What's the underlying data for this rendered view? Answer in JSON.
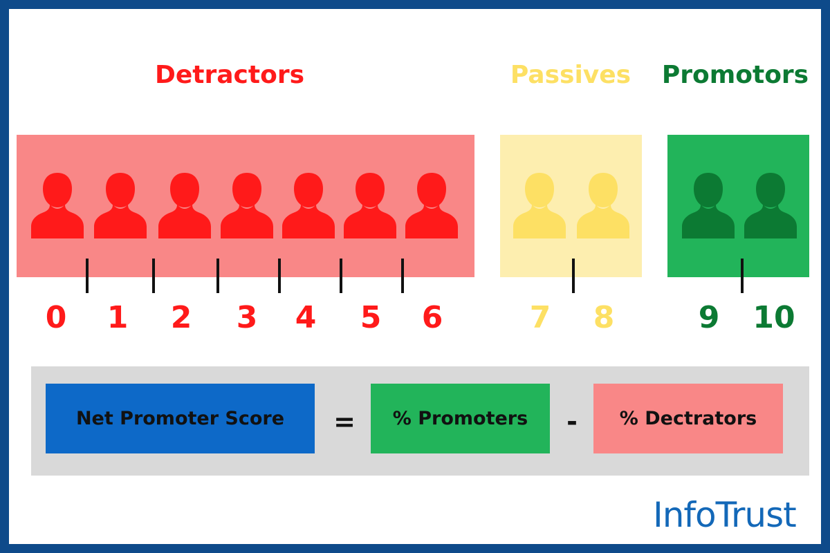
{
  "groups": {
    "detractors": {
      "label": "Detractors",
      "color": "#ff1a1a",
      "panel_color": "#f98787",
      "icon_color": "#ff1a1a",
      "scores": [
        "0",
        "1",
        "2",
        "3",
        "4",
        "5",
        "6"
      ]
    },
    "passives": {
      "label": "Passives",
      "color": "#fde064",
      "panel_color": "#fdeeaf",
      "icon_color": "#fde064",
      "scores": [
        "7",
        "8"
      ]
    },
    "promotors": {
      "label": "Promotors",
      "color": "#0c7a33",
      "panel_color": "#22b45a",
      "icon_color": "#0c7a33",
      "scores": [
        "9",
        "10"
      ]
    }
  },
  "formula": {
    "nps_label": "Net Promoter Score",
    "equals": "=",
    "promoters_label": "% Promoters",
    "minus": "-",
    "detractors_label": "% Dectrators",
    "nps_color": "#0d69c8"
  },
  "logo": {
    "text": "InfoTrust",
    "color": "#1368b8"
  },
  "icons": {
    "person": "person-icon"
  }
}
